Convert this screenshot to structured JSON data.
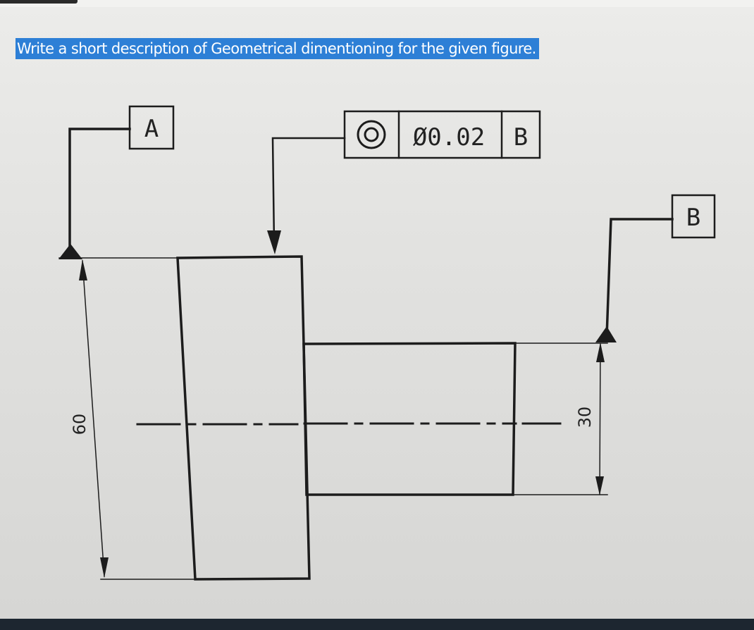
{
  "question": "Write a short description of Geometrical dimentioning for the given figure.",
  "figure": {
    "datum_a": "A",
    "datum_b": "B",
    "fcf": {
      "symbol_icon": "concentricity-icon",
      "tolerance": "Ø0.02",
      "datum_ref": "B"
    },
    "dim_large": "60",
    "dim_small": "30"
  }
}
